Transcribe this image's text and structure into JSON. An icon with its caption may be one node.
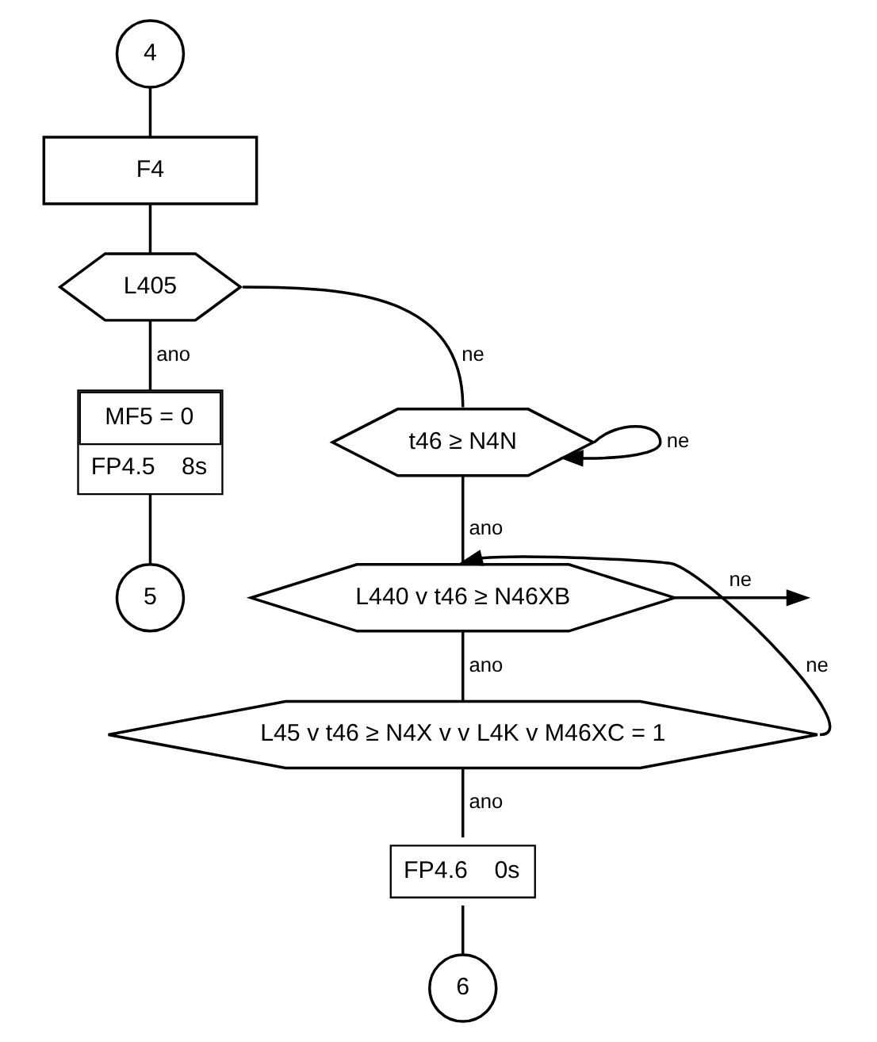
{
  "diagram": {
    "nodes": [
      {
        "text": [
          "4"
        ]
      },
      {
        "text": [
          "F4"
        ]
      },
      {
        "text": [
          "L405"
        ]
      },
      {
        "text": [
          "t46 ≥ N4N"
        ]
      },
      {
        "text": [
          "L440 v t46 ≥ N46XB"
        ]
      },
      {
        "text": [
          "L45 v t46 ≥ N4X v v L4K v M46XC = 1"
        ]
      },
      {
        "text": [
          "MF5 = 0",
          "FP4.5",
          "8s"
        ]
      },
      {
        "text": [
          "FP4.6",
          "0s"
        ]
      },
      {
        "text": [
          "5"
        ]
      },
      {
        "text": [
          "6"
        ]
      }
    ],
    "edges": [
      {
        "from": 0,
        "to": 1,
        "arrow": "none"
      },
      {
        "from": 1,
        "to": 2,
        "arrow": "none"
      },
      {
        "from": 2,
        "to": 6,
        "arrow": "none",
        "label": "ano"
      },
      {
        "from": 2,
        "to": 3,
        "arrow": "none",
        "label": "ne"
      },
      {
        "from": 3,
        "to": 3,
        "arrow": "to",
        "label": "ne"
      },
      {
        "from": 3,
        "to": 4,
        "arrow": "none",
        "label": "ano"
      },
      {
        "from": 4,
        "to": null,
        "arrow": "to",
        "label": "ne"
      },
      {
        "from": 5,
        "to": 4,
        "arrow": "to",
        "label": "ne"
      },
      {
        "from": 4,
        "to": 5,
        "arrow": "none",
        "label": "ano"
      },
      {
        "from": 5,
        "to": 7,
        "arrow": "none",
        "label": "ano"
      },
      {
        "from": 6,
        "to": 8,
        "arrow": "none"
      },
      {
        "from": 7,
        "to": 9,
        "arrow": "none"
      }
    ]
  }
}
